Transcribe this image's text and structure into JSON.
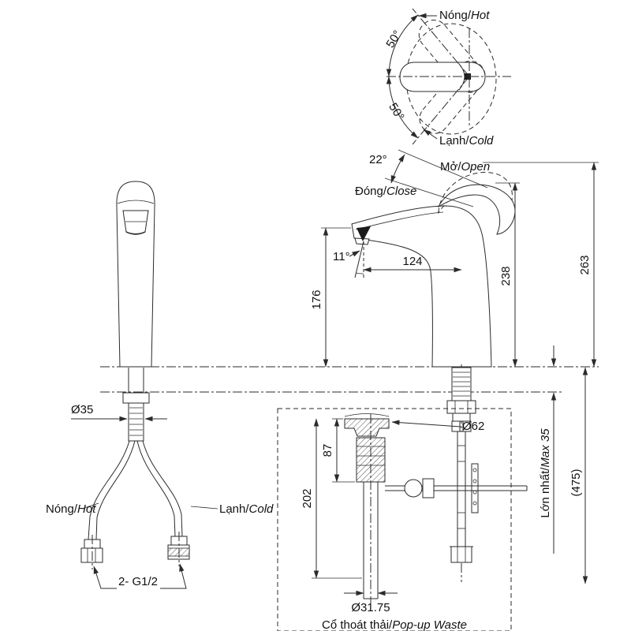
{
  "top": {
    "hot_vn": "Nóng/",
    "hot_en": "Hot",
    "cold_vn": "Lạnh/",
    "cold_en": "Cold",
    "angle_up": "50°",
    "angle_dn": "50°"
  },
  "handle": {
    "angle": "22°",
    "open_vn": "Mở/",
    "open_en": "Open",
    "close_vn": "Đóng/",
    "close_en": "Close"
  },
  "spout": {
    "angle": "11°"
  },
  "dims": {
    "reach": "124",
    "spout_h": "176",
    "h_closed": "238",
    "h_open": "263",
    "shank": "Ø35",
    "max_vn": "Lớn nhất/",
    "max_en": "Max 35",
    "overall": "(475)"
  },
  "supply": {
    "hot_vn": "Nóng/",
    "hot_en": "Hot",
    "cold_vn": "Lạnh/",
    "cold_en": "Cold",
    "thread": "2- G1/2"
  },
  "waste": {
    "flange": "Ø62",
    "upper": "87",
    "body": "202",
    "pipe": "Ø31.75",
    "cap_vn": "Cổ thoát thải/",
    "cap_en": "Pop-up Waste"
  }
}
